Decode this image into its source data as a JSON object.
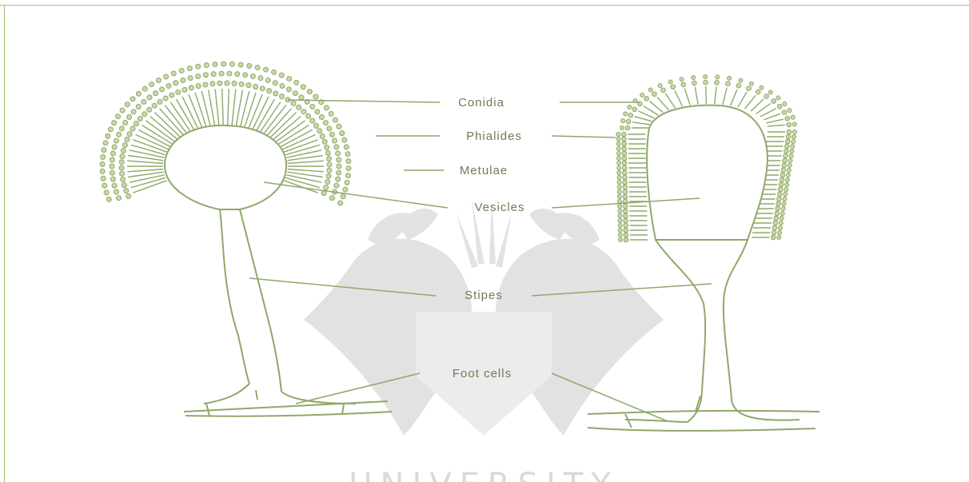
{
  "diagram": {
    "labels": {
      "conidia": "Conidia",
      "phialides": "Phialides",
      "metulae": "Metulae",
      "vesicles": "Vesicles",
      "stipes": "Stipes",
      "foot_cells": "Foot cells"
    },
    "watermark_text": "UNIVERSITY",
    "colors": {
      "line": "#8fa86a",
      "label": "#6b7d57",
      "spore_fill": "#c9d9a8",
      "frame": "#9cc56a",
      "watermark": "#d9d9d9"
    }
  }
}
